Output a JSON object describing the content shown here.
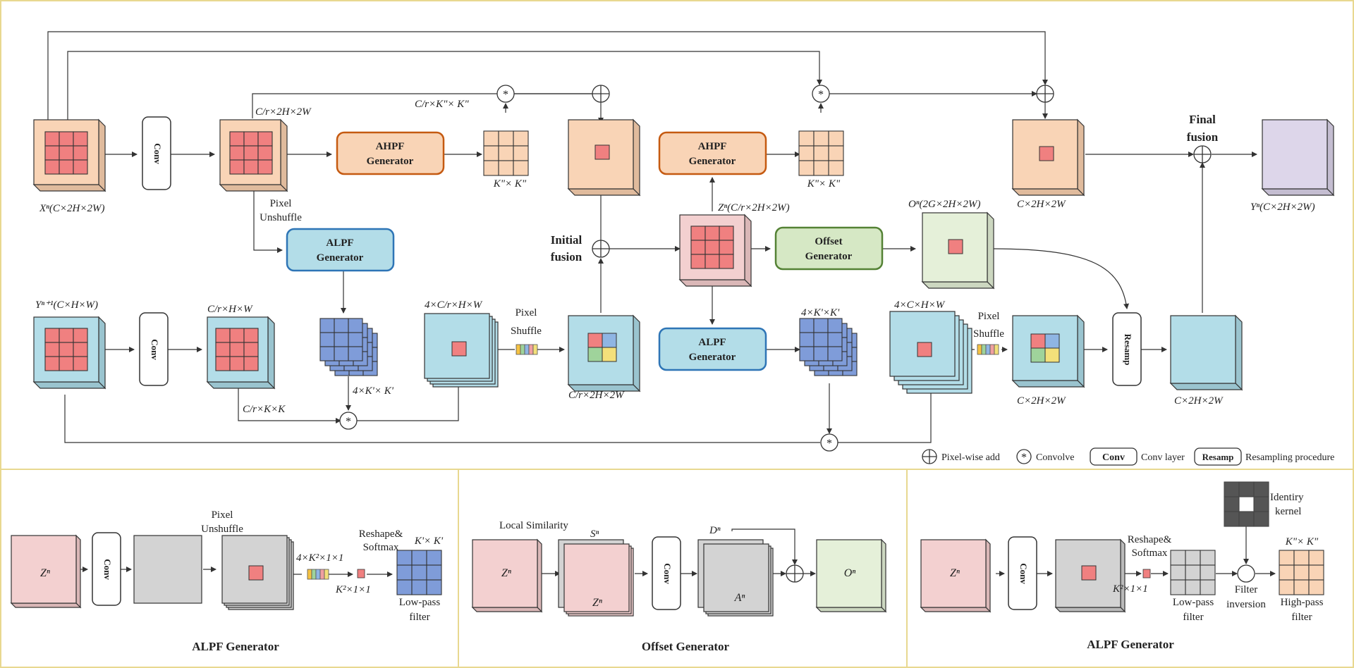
{
  "colors": {
    "orange": "#f9d4b6",
    "orange_dark": "#eab98f",
    "blue": "#b3dde8",
    "blue_dark": "#8cc3d4",
    "pink": "#f3d0d0",
    "green": "#e5f0d9",
    "gray": "#d3d3d3",
    "purple": "#ddd6ea",
    "red_cell": "#f08080",
    "kernel_blue": "#7f9cd9",
    "gen_orange_stroke": "#c55a11",
    "gen_blue_stroke": "#2e75b6",
    "gen_green_stroke": "#548235",
    "border_line": "#e8d890"
  },
  "main": {
    "x_label": "Xⁿ(C×2H×2W)",
    "y_next_label": "Yⁿ⁺¹(C×H×W)",
    "conv": "Conv",
    "shape_c_r_2h_2w_top": "C/r×2H×2W",
    "pixel_unshuffle": [
      "Pixel",
      "Unshuffle"
    ],
    "ahpf_gen": [
      "AHPF",
      "Generator"
    ],
    "alpf_gen": [
      "ALPF",
      "Generator"
    ],
    "offset_gen": [
      "Offset",
      "Generator"
    ],
    "k2": "K\"× K\"",
    "c_r_k2": "C/r×K\"× K\"",
    "c_r_h_w": "C/r×H×W",
    "c_r_k_k": "C/r×K×K",
    "four_k1": "4×K'× K'",
    "four_k1_b": "4×K'×K'",
    "four_c_r_h_w": "4×C/r×H×W",
    "four_c_h_w": "4×C×H×W",
    "pixel_shuffle": [
      "Pixel",
      "Shuffle"
    ],
    "c_r_2h_2w": "C/r×2H×2W",
    "initial_fusion": [
      "Initial",
      "fusion"
    ],
    "z_label": "Zⁿ(C/r×2H×2W)",
    "o_label": "Oⁿ(2G×2H×2W)",
    "c_2h_2w": "C×2H×2W",
    "final_fusion": [
      "Final",
      "fusion"
    ],
    "y_label": "Yⁿ(C×2H×2W)",
    "resamp": "Resamp"
  },
  "legend": {
    "pixel_add": "Pixel-wise add",
    "convolve": "Convolve",
    "conv_box": "Conv",
    "conv_desc": "Conv layer",
    "resamp_box": "Resamp",
    "resamp_desc": "Resampling procedure"
  },
  "panel1": {
    "title": "ALPF Generator",
    "z": "Zⁿ",
    "conv": "Conv",
    "pixel_unshuffle": [
      "Pixel",
      "Unshuffle"
    ],
    "k2_top": "4×K²×1×1",
    "reshape": [
      "Reshape&",
      "Softmax"
    ],
    "k2_bottom": "K²×1×1",
    "kprime": "K'× K'",
    "lowpass": [
      "Low-pass",
      "filter"
    ]
  },
  "panel2": {
    "title": "Offset Generator",
    "local_sim": "Local Similarity",
    "s": "Sⁿ",
    "z": "Zⁿ",
    "z2": "Zⁿ",
    "conv": "Conv",
    "d": "Dⁿ",
    "a": "Aⁿ",
    "o": "Oⁿ"
  },
  "panel3": {
    "title": "ALPF Generator",
    "z": "Zⁿ",
    "conv": "Conv",
    "reshape": [
      "Reshape&",
      "Softmax"
    ],
    "k2_bottom": "K²×1×1",
    "identity": [
      "Identiry",
      "kernel"
    ],
    "k2_top": "K\"× K\"",
    "lowpass": [
      "Low-pass",
      "filter"
    ],
    "inversion": [
      "Filter",
      "inversion"
    ],
    "highpass": [
      "High-pass",
      "filter"
    ]
  }
}
